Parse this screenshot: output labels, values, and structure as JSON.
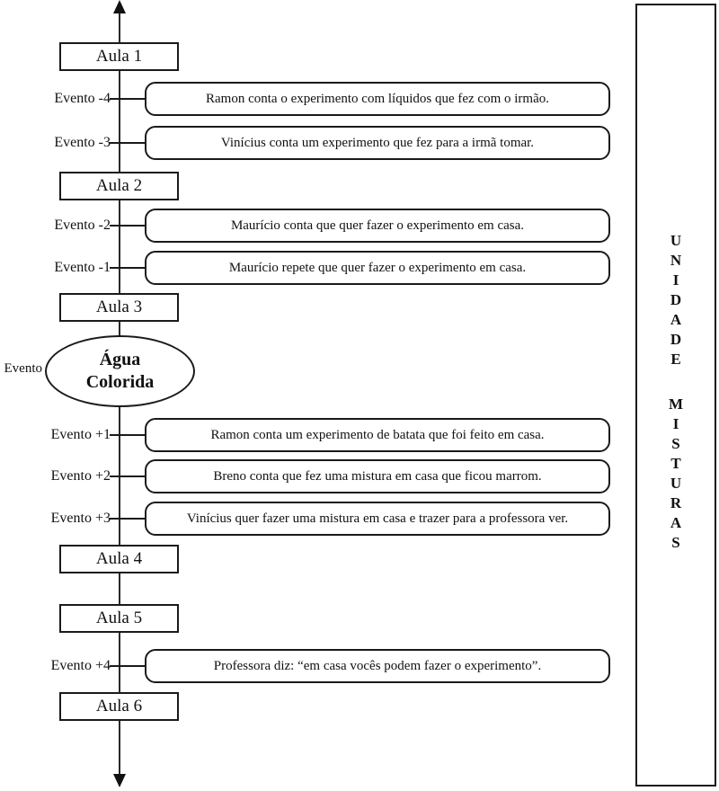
{
  "diagram": {
    "colors": {
      "ink": "#1a1a1a",
      "background": "#ffffff"
    },
    "band": {
      "word1": "UNIDADE",
      "word2": "MISTURAS",
      "letters1": [
        "U",
        "N",
        "I",
        "D",
        "A",
        "D",
        "E"
      ],
      "letters2": [
        "M",
        "I",
        "S",
        "T",
        "U",
        "R",
        "A",
        "S"
      ]
    },
    "aulas": [
      {
        "label": "Aula 1"
      },
      {
        "label": "Aula 2"
      },
      {
        "label": "Aula 3"
      },
      {
        "label": "Aula 4"
      },
      {
        "label": "Aula 5"
      },
      {
        "label": "Aula 6"
      }
    ],
    "events": [
      {
        "label": "Evento -4",
        "text": "Ramon conta o experimento com líquidos que fez com o irmão."
      },
      {
        "label": "Evento -3",
        "text": "Vinícius conta um experimento que fez para a irmã tomar."
      },
      {
        "label": "Evento -2",
        "text": "Maurício conta que quer fazer o experimento em casa."
      },
      {
        "label": "Evento -1",
        "text": "Maurício repete que quer fazer o experimento em casa."
      },
      {
        "label": "Evento +1",
        "text": "Ramon conta um experimento de batata que foi feito em casa."
      },
      {
        "label": "Evento +2",
        "text": "Breno conta que fez uma mistura em casa que ficou marrom."
      },
      {
        "label": "Evento +3",
        "text": "Vinícius quer fazer uma mistura em casa e trazer para a professora ver."
      },
      {
        "label": "Evento +4",
        "text": "Professora diz: “em casa vocês podem fazer o experimento”."
      }
    ],
    "central": {
      "label": "Evento",
      "line1": "Água",
      "line2": "Colorida"
    }
  }
}
